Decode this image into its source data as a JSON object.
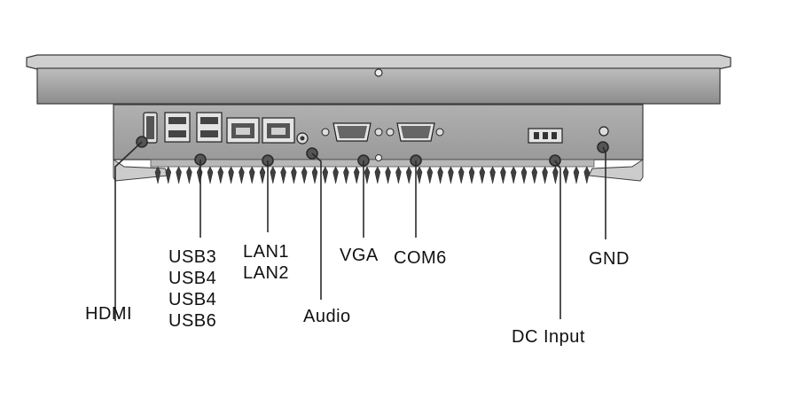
{
  "colors": {
    "panel": "#a3a3a3",
    "panel_dark": "#8a8a8a",
    "bezel": "#9c9c9c",
    "outline": "#3a3a3a",
    "port_light": "#e6e6e6",
    "leader": "#2a2a2a",
    "text": "#111111"
  },
  "ports": {
    "hdmi": "HDMI",
    "usb": [
      "USB3",
      "USB4",
      "USB4",
      "USB6"
    ],
    "lan": [
      "LAN1",
      "LAN2"
    ],
    "audio": "Audio",
    "vga": "VGA",
    "com": "COM6",
    "dc_input": "DC Input",
    "gnd": "GND"
  }
}
